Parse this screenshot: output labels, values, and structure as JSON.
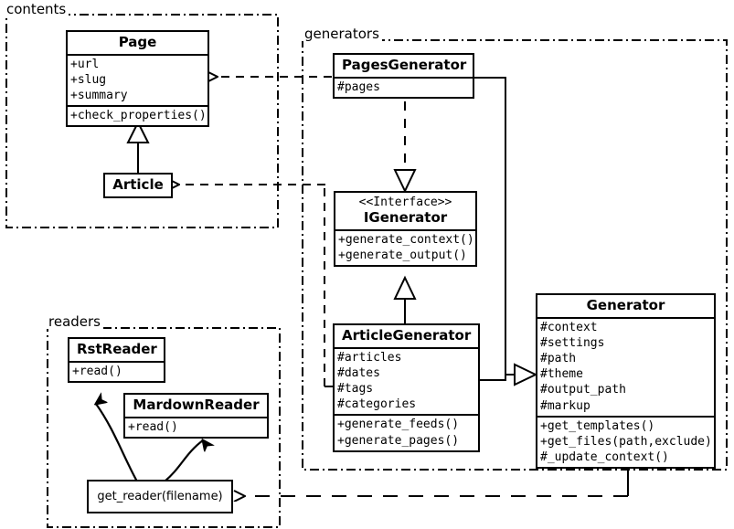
{
  "diagram": {
    "title": "Pelican architecture UML class diagram",
    "stroke_color": "#000000",
    "background_color": "#ffffff"
  },
  "packages": [
    {
      "name": "contents-package",
      "label": "contents"
    },
    {
      "name": "generators-package",
      "label": "generators"
    },
    {
      "name": "readers-package",
      "label": "readers"
    }
  ],
  "classes": {
    "page": {
      "name": "Page",
      "attributes": [
        "+url",
        "+slug",
        "+summary"
      ],
      "operations": [
        "+check_properties()"
      ]
    },
    "article": {
      "name": "Article",
      "attributes": [],
      "operations": []
    },
    "pages_generator": {
      "name": "PagesGenerator",
      "attributes": [
        "#pages"
      ],
      "operations": []
    },
    "igenerator": {
      "stereotype": "<<Interface>>",
      "name": "IGenerator",
      "attributes": [],
      "operations": [
        "+generate_context()",
        "+generate_output()"
      ]
    },
    "article_generator": {
      "name": "ArticleGenerator",
      "attributes": [
        "#articles",
        "#dates",
        "#tags",
        "#categories"
      ],
      "operations": [
        "+generate_feeds()",
        "+generate_pages()"
      ]
    },
    "generator": {
      "name": "Generator",
      "attributes": [
        "#context",
        "#settings",
        "#path",
        "#theme",
        "#output_path",
        "#markup"
      ],
      "operations": [
        "+get_templates()",
        "+get_files(path,exclude)",
        "#_update_context()"
      ]
    },
    "rst_reader": {
      "name": "RstReader",
      "attributes": [],
      "operations": [
        "+read()"
      ]
    },
    "mardown_reader": {
      "name": "MardownReader",
      "attributes": [],
      "operations": [
        "+read()"
      ]
    }
  },
  "functions": {
    "get_reader": {
      "label": "get_reader(filename)"
    }
  },
  "relationships": [
    {
      "name": "pagesgenerator-to-page-dependency",
      "type": "dependency",
      "from": "PagesGenerator",
      "to": "Page"
    },
    {
      "name": "articlegenerator-to-article-dependency",
      "type": "dependency",
      "from": "ArticleGenerator",
      "to": "Article"
    },
    {
      "name": "article-to-page-generalization",
      "type": "inheritance",
      "from": "Article",
      "to": "Page"
    },
    {
      "name": "pagesgenerator-to-igenerator-realization",
      "type": "realization",
      "from": "PagesGenerator",
      "to": "IGenerator"
    },
    {
      "name": "articlegenerator-to-igenerator-generalization",
      "type": "inheritance",
      "from": "ArticleGenerator",
      "to": "IGenerator"
    },
    {
      "name": "pagesgenerator-to-generator-generalization",
      "type": "inheritance",
      "from": "PagesGenerator",
      "to": "Generator"
    },
    {
      "name": "articlegenerator-to-generator-generalization",
      "type": "inheritance",
      "from": "ArticleGenerator",
      "to": "Generator"
    },
    {
      "name": "generator-to-getreader-dependency",
      "type": "dependency",
      "from": "Generator",
      "to": "get_reader(filename)"
    },
    {
      "name": "getreader-to-rstreader-creates",
      "type": "creates",
      "from": "get_reader(filename)",
      "to": "RstReader"
    },
    {
      "name": "getreader-to-mardownreader-creates",
      "type": "creates",
      "from": "get_reader(filename)",
      "to": "MardownReader"
    }
  ]
}
